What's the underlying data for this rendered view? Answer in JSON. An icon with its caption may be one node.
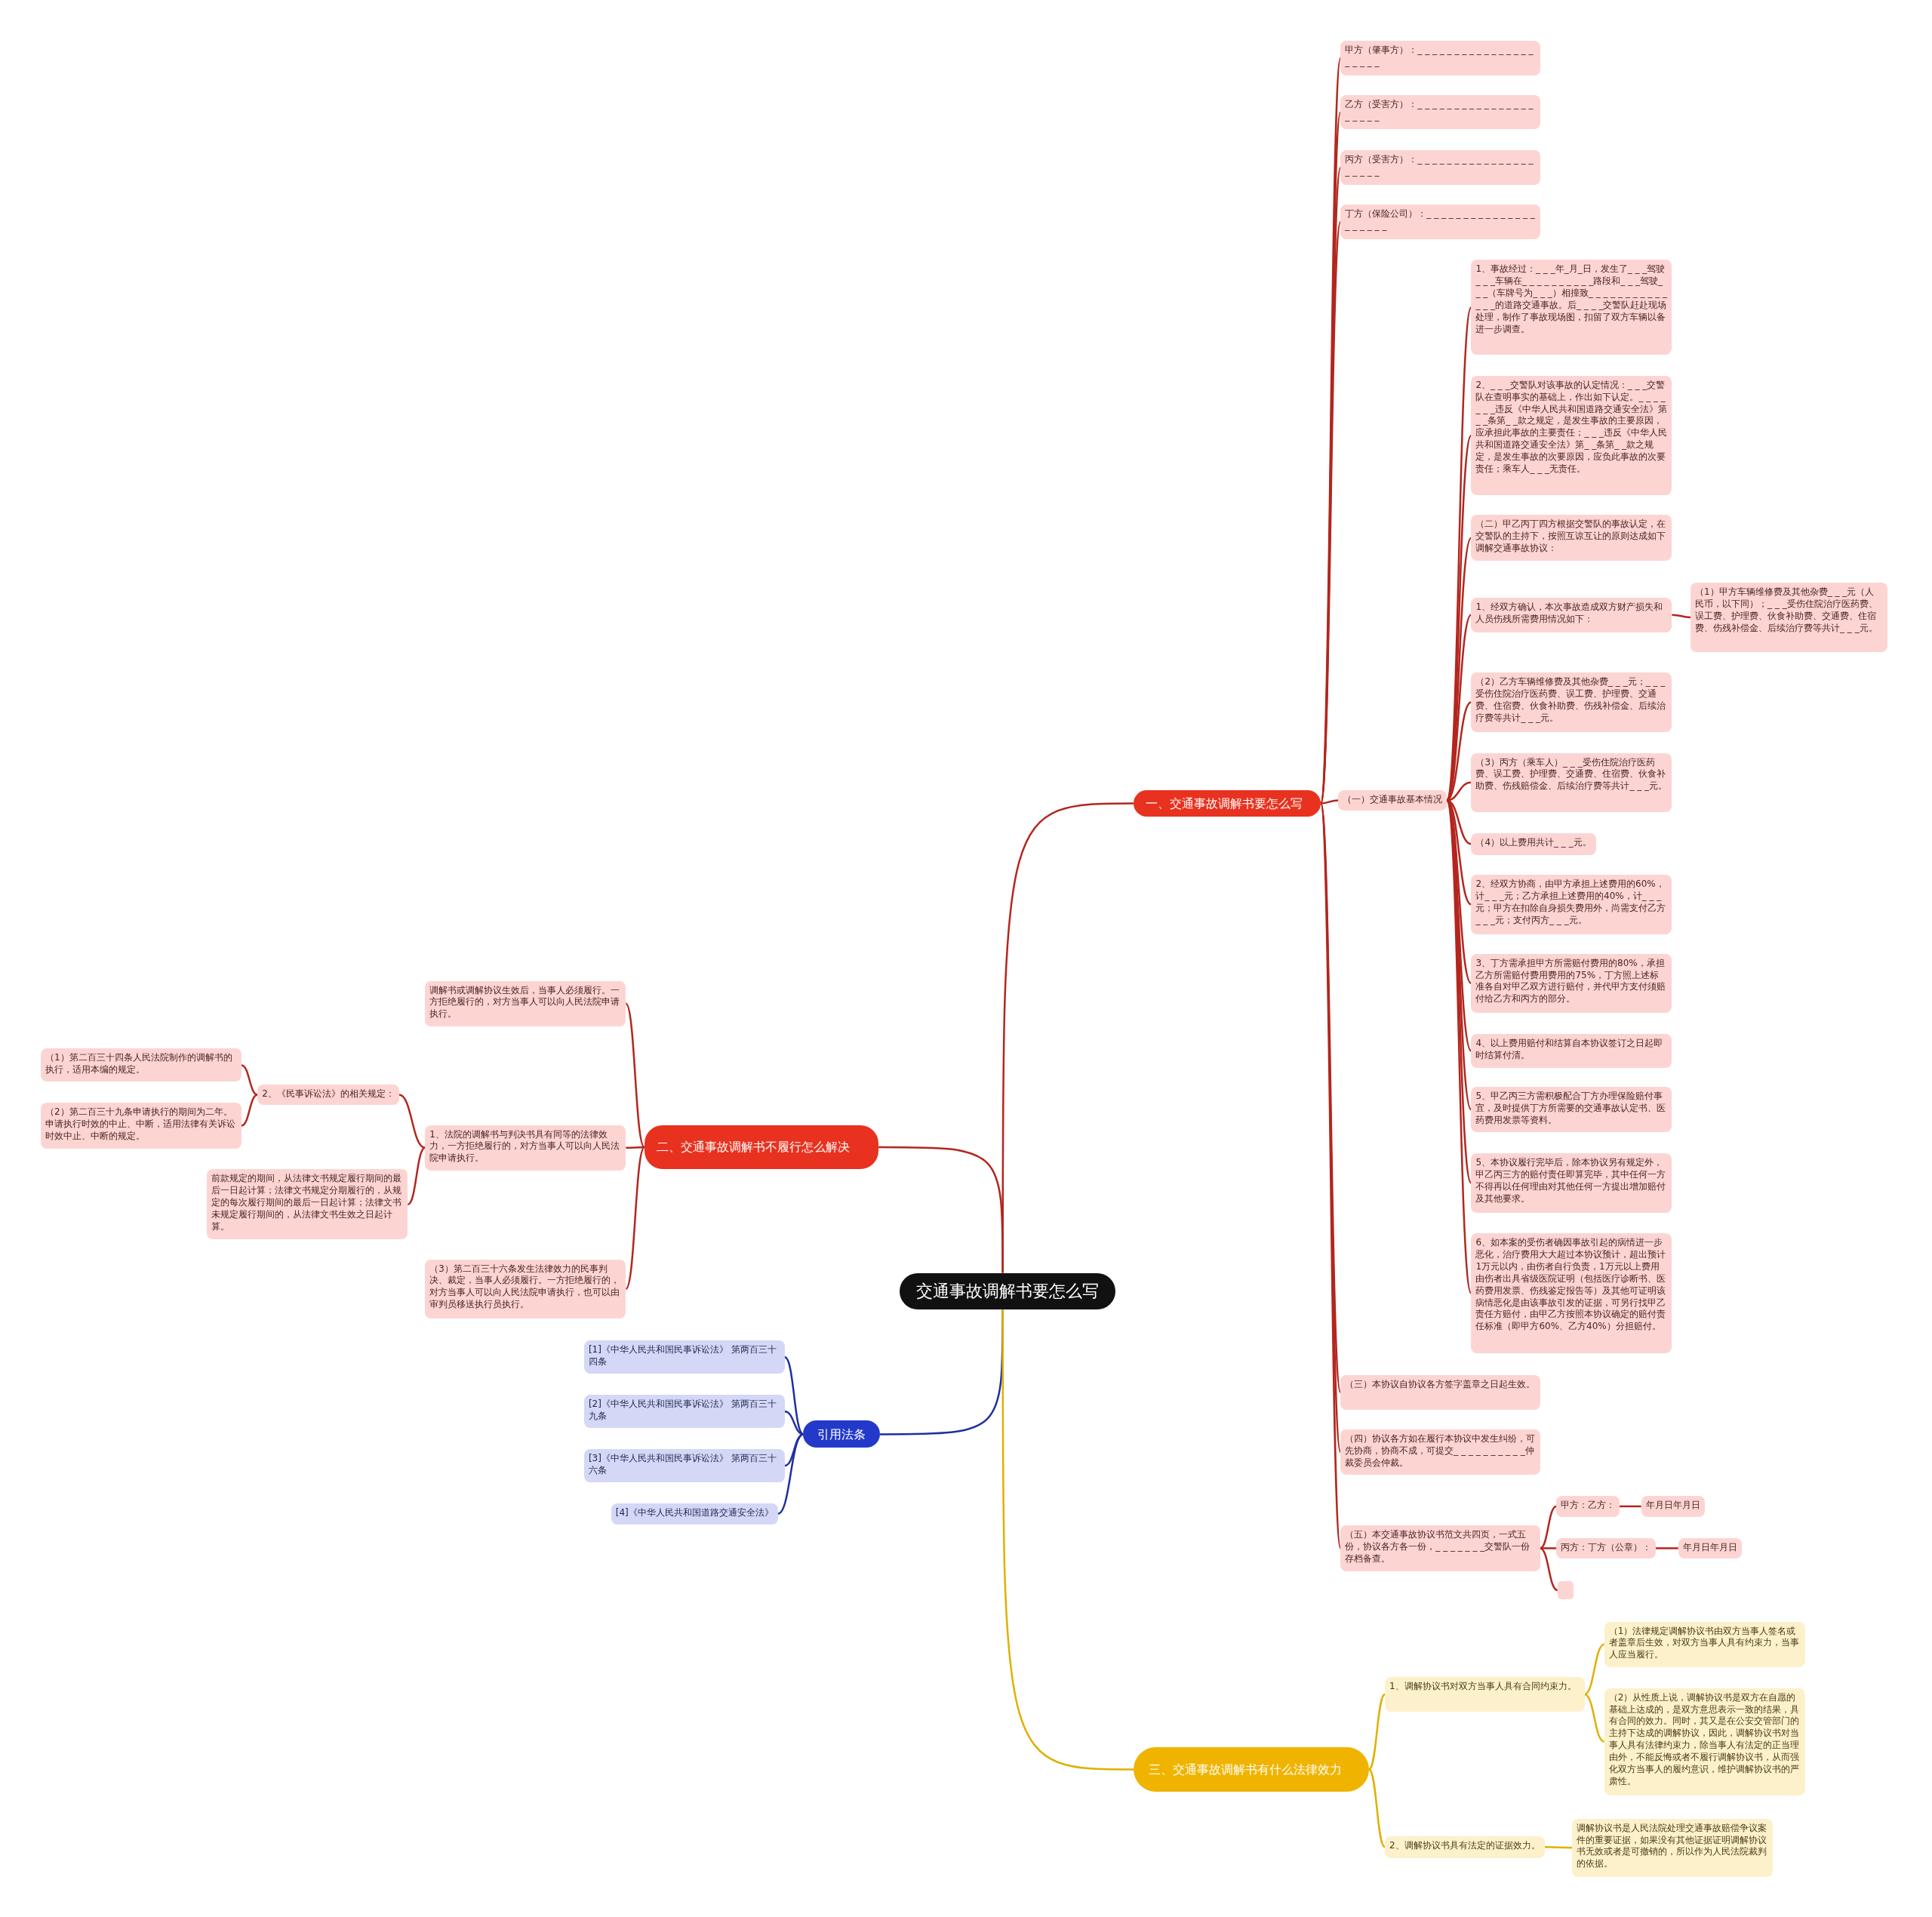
{
  "diagram": {
    "nodes": [
      {
        "text": [
          "交通事故调解书要怎么写"
        ]
      },
      {
        "text": [
          "一、交通事故调解书要怎么写"
        ]
      },
      {
        "text": [
          "甲方（肇事方）：_ _ _ _ _ _ _ _ _ _ _ _ _ _ _ _ _ _ _ _ _"
        ]
      },
      {
        "text": [
          "乙方（受害方）：_ _ _ _ _ _ _ _ _ _ _ _ _ _ _ _ _ _ _ _ _"
        ]
      },
      {
        "text": [
          "丙方（受害方）：_ _ _ _ _ _ _ _ _ _ _ _ _ _ _ _ _ _ _ _ _"
        ]
      },
      {
        "text": [
          "丁方（保险公司）：_ _ _ _ _ _ _ _ _ _ _ _ _ _ _ _ _ _ _ _ _"
        ]
      },
      {
        "text": [
          "（一）交通事故基本情况"
        ]
      },
      {
        "text": [
          "1、事故经过：_ _ _年_月_日，发生了_ _ _驾驶_ _ _车辆在_ _ _ _ _ _ _ _ _ _路段和_ _ _驾驶_ _ _（车牌号为_ _ _）相撞致_ _ _ _ _ _ _ _ _ _ _ _ _ _的道路交通事故。后_ _ _ _交警队赶赴现场处理，制作了事故现场图，扣留了双方车辆以备进一步调查。"
        ]
      },
      {
        "text": [
          "2、_ _ _交警队对该事故的认定情况：_ _ _交警队在查明事实的基础上，作出如下认定。_ _ _ _ _ _ _违反《中华人民共和国道路交通安全法》第_ _条第_ _款之规定，是发生事故的主要原因，应承担此事故的主要责任；_ _ _违反《中华人民共和国道路交通安全法》第_ _条第_ _款之规定，是发生事故的次要原因，应负此事故的次要责任；乘车人_ _ _无责任。"
        ]
      },
      {
        "text": [
          "（二）甲乙丙丁四方根据交警队的事故认定，在交警队的主持下，按照互谅互让的原则达成如下调解交通事故协议："
        ]
      },
      {
        "text": [
          "1、经双方确认，本次事故造成双方财产损失和人员伤残所需费用情况如下："
        ]
      },
      {
        "text": [
          "（1）甲方车辆维修费及其他杂费_ _ _元（人民币，以下同）；_ _ _受伤住院治疗医药费、误工费、护理费、伙食补助费、交通费、住宿费、伤残补偿金、后续治疗费等共计_ _ _元。"
        ]
      },
      {
        "text": [
          "（2）乙方车辆维修费及其他杂费_ _ _元；_ _ _受伤住院治疗医药费、误工费、护理费、交通费、住宿费、伙食补助费、伤残补偿金、后续治疗费等共计_ _ _元。"
        ]
      },
      {
        "text": [
          "（3）丙方（乘车人）_ _ _受伤住院治疗医药费、误工费、护理费、交通费、住宿费、伙食补助费、伤残赔偿金、后续治疗费等共计_ _ _元。"
        ]
      },
      {
        "text": [
          "（4）以上费用共计_ _ _元。"
        ]
      },
      {
        "text": [
          "2、经双方协商，由甲方承担上述费用的60%，计_ _ _元；乙方承担上述费用的40%，计_ _ _元；甲方在扣除自身损失费用外，尚需支付乙方_ _ _元；支付丙方_ _ _元。"
        ]
      },
      {
        "text": [
          "3、丁方需承担甲方所需赔付费用的80%，承担乙方所需赔付费用费用的75%，丁方照上述标准各自对甲乙双方进行赔付，并代甲方支付须赔付给乙方和丙方的部分。"
        ]
      },
      {
        "text": [
          "4、以上费用赔付和结算自本协议签订之日起即时结算付清。"
        ]
      },
      {
        "text": [
          "5、甲乙丙三方需积极配合丁方办理保险赔付事宜，及时提供丁方所需要的交通事故认定书、医药费用发票等资料。"
        ]
      },
      {
        "text": [
          "5、本协议履行完毕后，除本协议另有规定外，甲乙丙三方的赔付责任即算完毕，其中任何一方不得再以任何理由对其他任何一方提出增加赔付及其他要求。"
        ]
      },
      {
        "text": [
          "6、如本案的受伤者确因事故引起的病情进一步恶化，治疗费用大大超过本协议预计，超出预计1万元以内，由伤者自行负责，1万元以上费用由伤者出具省级医院证明（包括医疗诊断书、医药费用发票、伤残鉴定报告等）及其他可证明该病情恶化是由该事故引发的证据，可另行找甲乙责任方赔付，由甲乙方按照本协议确定的赔付责任标准（即甲方60%、乙方40%）分担赔付。"
        ]
      },
      {
        "text": [
          "（三）本协议自协议各方签字盖章之日起生效。"
        ]
      },
      {
        "text": [
          "（四）协议各方如在履行本协议中发生纠纷，可先协商，协商不成，可提交_ _ _ _ _ _ _ _ _ _仲裁委员会仲裁。"
        ]
      },
      {
        "text": [
          "（五）本交通事故协议书范文共四页，一式五份，协议各方各一份，_ _ _ _ _ _ _交警队一份存档备查。"
        ]
      },
      {
        "text": [
          "甲方：乙方："
        ]
      },
      {
        "text": [
          "年月日年月日"
        ]
      },
      {
        "text": [
          "丙方：丁方（公章）："
        ]
      },
      {
        "text": [
          "年月日年月日"
        ]
      },
      {
        "text": [],
        "shape": "box"
      },
      {
        "text": [
          "二、交通事故调解书不履行怎么解决"
        ]
      },
      {
        "text": [
          "调解书或调解协议生效后，当事人必须履行。一方拒绝履行的，对方当事人可以向人民法院申请执行。"
        ]
      },
      {
        "text": [
          "1、法院的调解书与判决书具有同等的法律效力，一方拒绝履行的，对方当事人可以向人民法院申请执行。"
        ]
      },
      {
        "text": [
          "2、《民事诉讼法》的相关规定："
        ]
      },
      {
        "text": [
          "（1）第二百三十四条人民法院制作的调解书的执行，适用本编的规定。"
        ]
      },
      {
        "text": [
          "（2）第二百三十九条申请执行的期间为二年。申请执行时效的中止、中断，适用法律有关诉讼时效中止、中断的规定。"
        ]
      },
      {
        "text": [
          "前款规定的期间，从法律文书规定履行期间的最后一日起计算；法律文书规定分期履行的，从规定的每次履行期间的最后一日起计算；法律文书未规定履行期间的，从法律文书生效之日起计算。"
        ]
      },
      {
        "text": [
          "（3）第二百三十六条发生法律效力的民事判决、裁定，当事人必须履行。一方拒绝履行的，对方当事人可以向人民法院申请执行，也可以由审判员移送执行员执行。"
        ]
      },
      {
        "text": [
          "引用法条"
        ]
      },
      {
        "text": [
          "[1]《中华人民共和国民事诉讼法》 第两百三十四条"
        ]
      },
      {
        "text": [
          "[2]《中华人民共和国民事诉讼法》 第两百三十九条"
        ]
      },
      {
        "text": [
          "[3]《中华人民共和国民事诉讼法》 第两百三十六条"
        ]
      },
      {
        "text": [
          "[4]《中华人民共和国道路交通安全法》"
        ]
      },
      {
        "text": [
          "三、交通事故调解书有什么法律效力"
        ]
      },
      {
        "text": [
          "1、调解协议书对双方当事人具有合同约束力。"
        ]
      },
      {
        "text": [
          "（1）法律规定调解协议书由双方当事人签名或者盖章后生效，对双方当事人具有约束力，当事人应当履行。"
        ]
      },
      {
        "text": [
          "（2）从性质上说，调解协议书是双方在自愿的基础上达成的，是双方意思表示一致的结果，具有合同的效力。同时，其又是在公安交管部门的主持下达成的调解协议，因此，调解协议书对当事人具有法律约束力，除当事人有法定的正当理由外，不能反悔或者不履行调解协议书，从而强化双方当事人的履约意识，维护调解协议书的严肃性。"
        ]
      },
      {
        "text": [
          "2、调解协议书具有法定的证据效力。"
        ]
      },
      {
        "text": [
          "调解协议书是人民法院处理交通事故赔偿争议案件的重要证据，如果没有其他证据证明调解协议书无效或者是可撤销的，所以作为人民法院裁判的依据。"
        ]
      }
    ],
    "edges": [
      {
        "from": 0,
        "to": 1,
        "arrow": "none"
      },
      {
        "from": 1,
        "to": 2,
        "arrow": "none"
      },
      {
        "from": 1,
        "to": 3,
        "arrow": "none"
      },
      {
        "from": 1,
        "to": 4,
        "arrow": "none"
      },
      {
        "from": 1,
        "to": 5,
        "arrow": "none"
      },
      {
        "from": 1,
        "to": 6,
        "arrow": "none"
      },
      {
        "from": 6,
        "to": 7,
        "arrow": "none"
      },
      {
        "from": 6,
        "to": 8,
        "arrow": "none"
      },
      {
        "from": 6,
        "to": 9,
        "arrow": "none"
      },
      {
        "from": 6,
        "to": 10,
        "arrow": "none"
      },
      {
        "from": 10,
        "to": 11,
        "arrow": "none"
      },
      {
        "from": 6,
        "to": 12,
        "arrow": "none"
      },
      {
        "from": 6,
        "to": 13,
        "arrow": "none"
      },
      {
        "from": 6,
        "to": 14,
        "arrow": "none"
      },
      {
        "from": 6,
        "to": 15,
        "arrow": "none"
      },
      {
        "from": 6,
        "to": 16,
        "arrow": "none"
      },
      {
        "from": 6,
        "to": 17,
        "arrow": "none"
      },
      {
        "from": 6,
        "to": 18,
        "arrow": "none"
      },
      {
        "from": 6,
        "to": 19,
        "arrow": "none"
      },
      {
        "from": 6,
        "to": 20,
        "arrow": "none"
      },
      {
        "from": 1,
        "to": 21,
        "arrow": "none"
      },
      {
        "from": 1,
        "to": 22,
        "arrow": "none"
      },
      {
        "from": 1,
        "to": 23,
        "arrow": "none"
      },
      {
        "from": 23,
        "to": 24,
        "arrow": "none"
      },
      {
        "from": 24,
        "to": 25,
        "arrow": "none"
      },
      {
        "from": 23,
        "to": 26,
        "arrow": "none"
      },
      {
        "from": 26,
        "to": 27,
        "arrow": "none"
      },
      {
        "from": 23,
        "to": 28,
        "arrow": "none"
      },
      {
        "from": 0,
        "to": 29,
        "arrow": "none"
      },
      {
        "from": 29,
        "to": 30,
        "arrow": "none"
      },
      {
        "from": 29,
        "to": 31,
        "arrow": "none"
      },
      {
        "from": 31,
        "to": 32,
        "arrow": "none"
      },
      {
        "from": 32,
        "to": 33,
        "arrow": "none"
      },
      {
        "from": 32,
        "to": 34,
        "arrow": "none"
      },
      {
        "from": 31,
        "to": 35,
        "arrow": "none"
      },
      {
        "from": 29,
        "to": 36,
        "arrow": "none"
      },
      {
        "from": 0,
        "to": 37,
        "arrow": "none",
        "color": "#1f2f9e"
      },
      {
        "from": 37,
        "to": 38,
        "arrow": "none",
        "color": "#1f2f9e"
      },
      {
        "from": 37,
        "to": 39,
        "arrow": "none",
        "color": "#1f2f9e"
      },
      {
        "from": 37,
        "to": 40,
        "arrow": "none",
        "color": "#1f2f9e"
      },
      {
        "from": 37,
        "to": 41,
        "arrow": "none",
        "color": "#1f2f9e"
      },
      {
        "from": 0,
        "to": 42,
        "arrow": "none",
        "color": "#e0b000"
      },
      {
        "from": 42,
        "to": 43,
        "arrow": "none",
        "color": "#e0b000"
      },
      {
        "from": 43,
        "to": 44,
        "arrow": "none",
        "color": "#e0b000"
      },
      {
        "from": 43,
        "to": 45,
        "arrow": "none",
        "color": "#e0b000"
      },
      {
        "from": 42,
        "to": 46,
        "arrow": "none",
        "color": "#e0b000"
      },
      {
        "from": 46,
        "to": 47,
        "arrow": "none",
        "color": "#e0b000"
      }
    ]
  }
}
